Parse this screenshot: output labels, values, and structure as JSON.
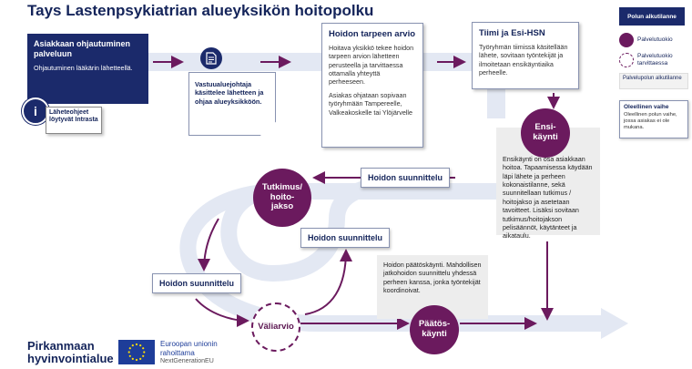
{
  "title": "Tays Lastenpsykiatrian alueyksikön hoitopolku",
  "start_box": {
    "heading": "Asiakkaan ohjautuminen palveluun",
    "text": "Ohjautuminen lääkärin lähetteellä."
  },
  "info_note": "Läheteohjeet löytyvät Intrasta",
  "supervisor_note": "Vastuualuejohtaja käsittelee lähetteen ja ohjaa alueyksikköön.",
  "care_need_box": {
    "heading": "Hoidon tarpeen arvio",
    "text1": "Hoitava yksikkö tekee hoidon tarpeen arvion lähetteen perusteella ja tarvittaessa ottamalla yhteyttä perheeseen.",
    "text2": "Asiakas ohjataan sopivaan työryhmään Tampereelle, Valkeakoskelle tai Ylöjärvelle"
  },
  "team_box": {
    "heading": "Tiimi ja Esi-HSN",
    "text": "Työryhmän tiimissä käsitellään lähete, sovitaan työntekijät ja ilmoitetaan ensikäyntiaika perheelle."
  },
  "first_visit": {
    "label": "Ensi-käynti",
    "text": "Ensikäynti on osa asiakkaan hoitoa. Tapaamisessa käydään läpi lähete ja perheen kokonaistilanne, sekä suunnitellaan tutkimus / hoitojakso ja asetetaan tavoitteet. Lisäksi sovitaan tutkimus/hoitojakson pelisäännöt, käytänteet ja aikataulu."
  },
  "decision": {
    "label": "Päätös-käynti",
    "text": "Hoidon päätöskäynti. Mahdollisen jatkohoidon suunnittelu yhdessä perheen kanssa, jonka työntekijät koordinoivat."
  },
  "research": {
    "label": "Tutkimus/ hoito-jakso"
  },
  "midterm": {
    "label": "Väliarvio"
  },
  "planning": {
    "top": "Hoidon suunnittelu",
    "middle": "Hoidon suunnittelu",
    "left": "Hoidon suunnittelu"
  },
  "legend": {
    "start": "Polun alkutilanne",
    "service": "Palvelutuokio",
    "service_optional": "Palvelutuokio tarvittaessa",
    "end": "Palvelupolun alkutilanne",
    "essential_title": "Oleellinen vaihe",
    "essential_text": "Oleellinen polun vaihe, jossa asiakas ei ole mukana."
  },
  "footer": {
    "org_line1": "Pirkanmaan",
    "org_line2": "hyvinvointialue",
    "eu_line1": "Euroopan unionin",
    "eu_line2": "rahoittama",
    "eu_line3": "NextGenerationEU"
  },
  "colors": {
    "navy": "#1b2a6b",
    "plum": "#6b1a5e",
    "path": "#e3e8f3",
    "arrow": "#6b1a5e"
  }
}
